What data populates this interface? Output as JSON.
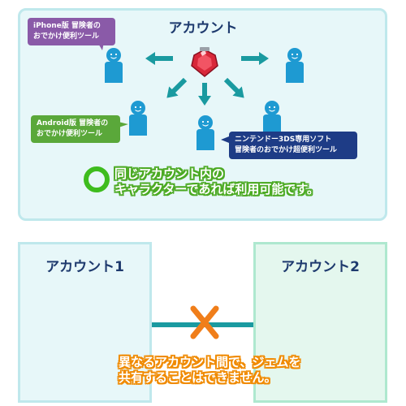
{
  "top": {
    "title": "アカウント",
    "iphone_callout": [
      "iPhone版 冒険者の",
      "おでかけ便利ツール"
    ],
    "android_callout": [
      "Android版 冒険者の",
      "おでかけ便利ツール"
    ],
    "ds_callout": [
      "ニンテンドー3DS専用ソフト",
      "冒険者のおでかけ超便利ツール"
    ],
    "note": [
      "同じアカウント内の",
      "キャラクターであれば利用可能です。"
    ]
  },
  "bottom": {
    "account1_title": "アカウント1",
    "account2_title": "アカウント2",
    "warning": [
      "異なるアカウント間で、ジェムを",
      "共有することはできません。"
    ]
  },
  "colors": {
    "person_blue": "#1e9ad2",
    "person_green": "#17b07a",
    "arrow_teal": "#1a9aa0",
    "gem_red": "#d8283a",
    "callout_purple": "#8a5aa8",
    "callout_green": "#5aa83a",
    "callout_navy": "#1e3c86",
    "cross_orange": "#f07e1a"
  },
  "icons": {
    "person": "person-icon",
    "gem": "gem-icon",
    "arrow": "arrow-icon",
    "check_circle": "circle-ok-icon",
    "cross": "cross-mark-icon"
  }
}
